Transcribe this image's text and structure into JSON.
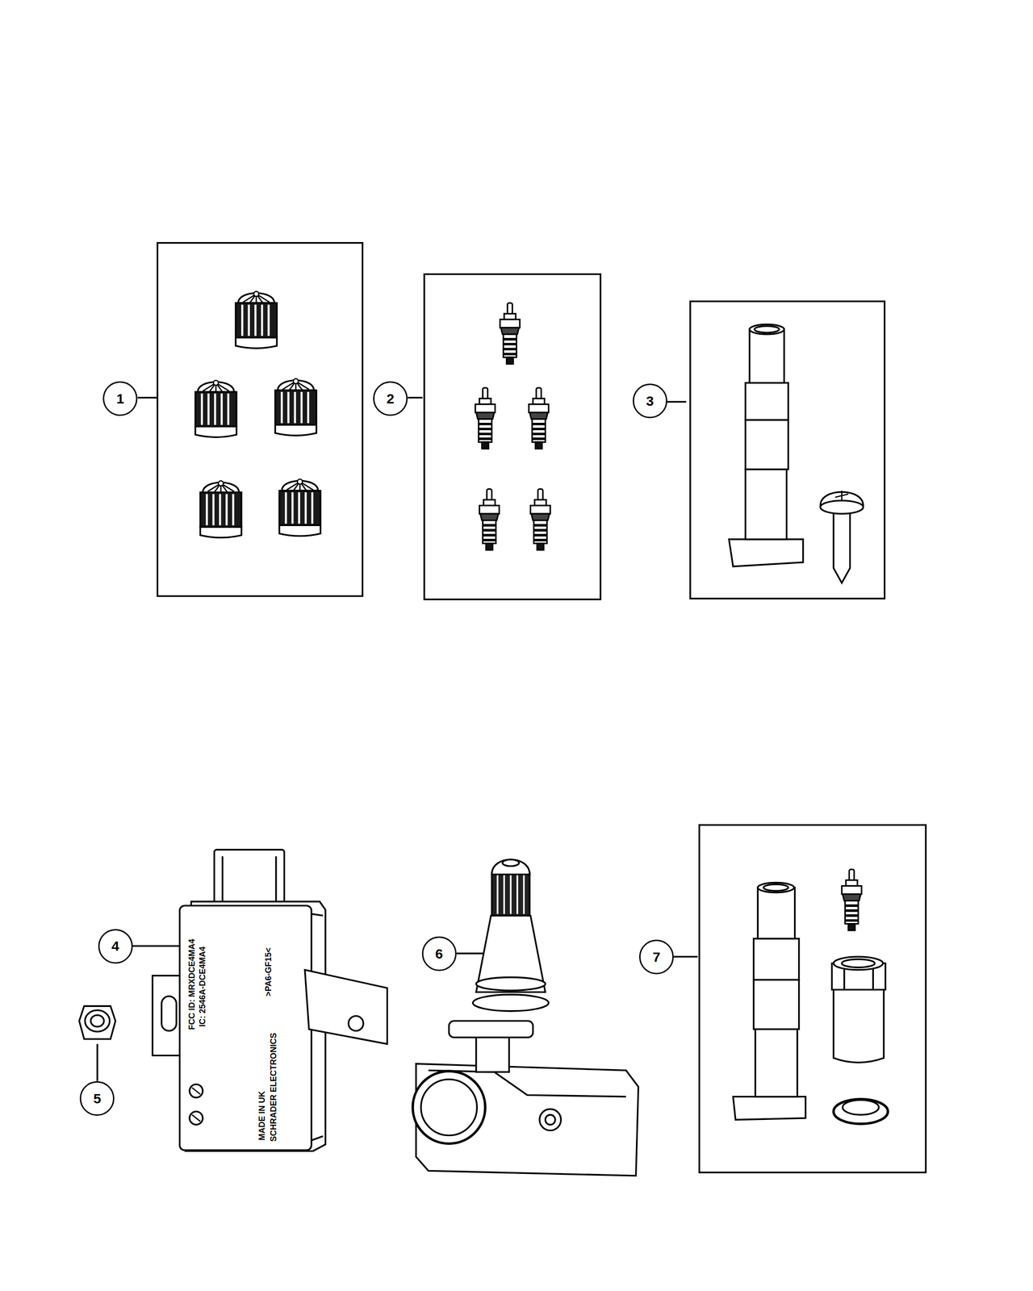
{
  "diagram": {
    "nodes": [
      {
        "text": [
          "1"
        ]
      },
      {
        "text": [
          "2"
        ]
      },
      {
        "text": [
          "3"
        ]
      },
      {
        "text": [
          "4"
        ]
      },
      {
        "text": [
          "6"
        ]
      },
      {
        "text": [
          "7"
        ]
      },
      {
        "text": [
          "5"
        ]
      }
    ],
    "labels": [
      "FCC ID: MRXDCE4MA4",
      "IC: 2546A-DCE4MA4",
      ">PA6-GF15<",
      "MADE IN UK",
      "SCHRADER ELECTRONICS"
    ]
  }
}
